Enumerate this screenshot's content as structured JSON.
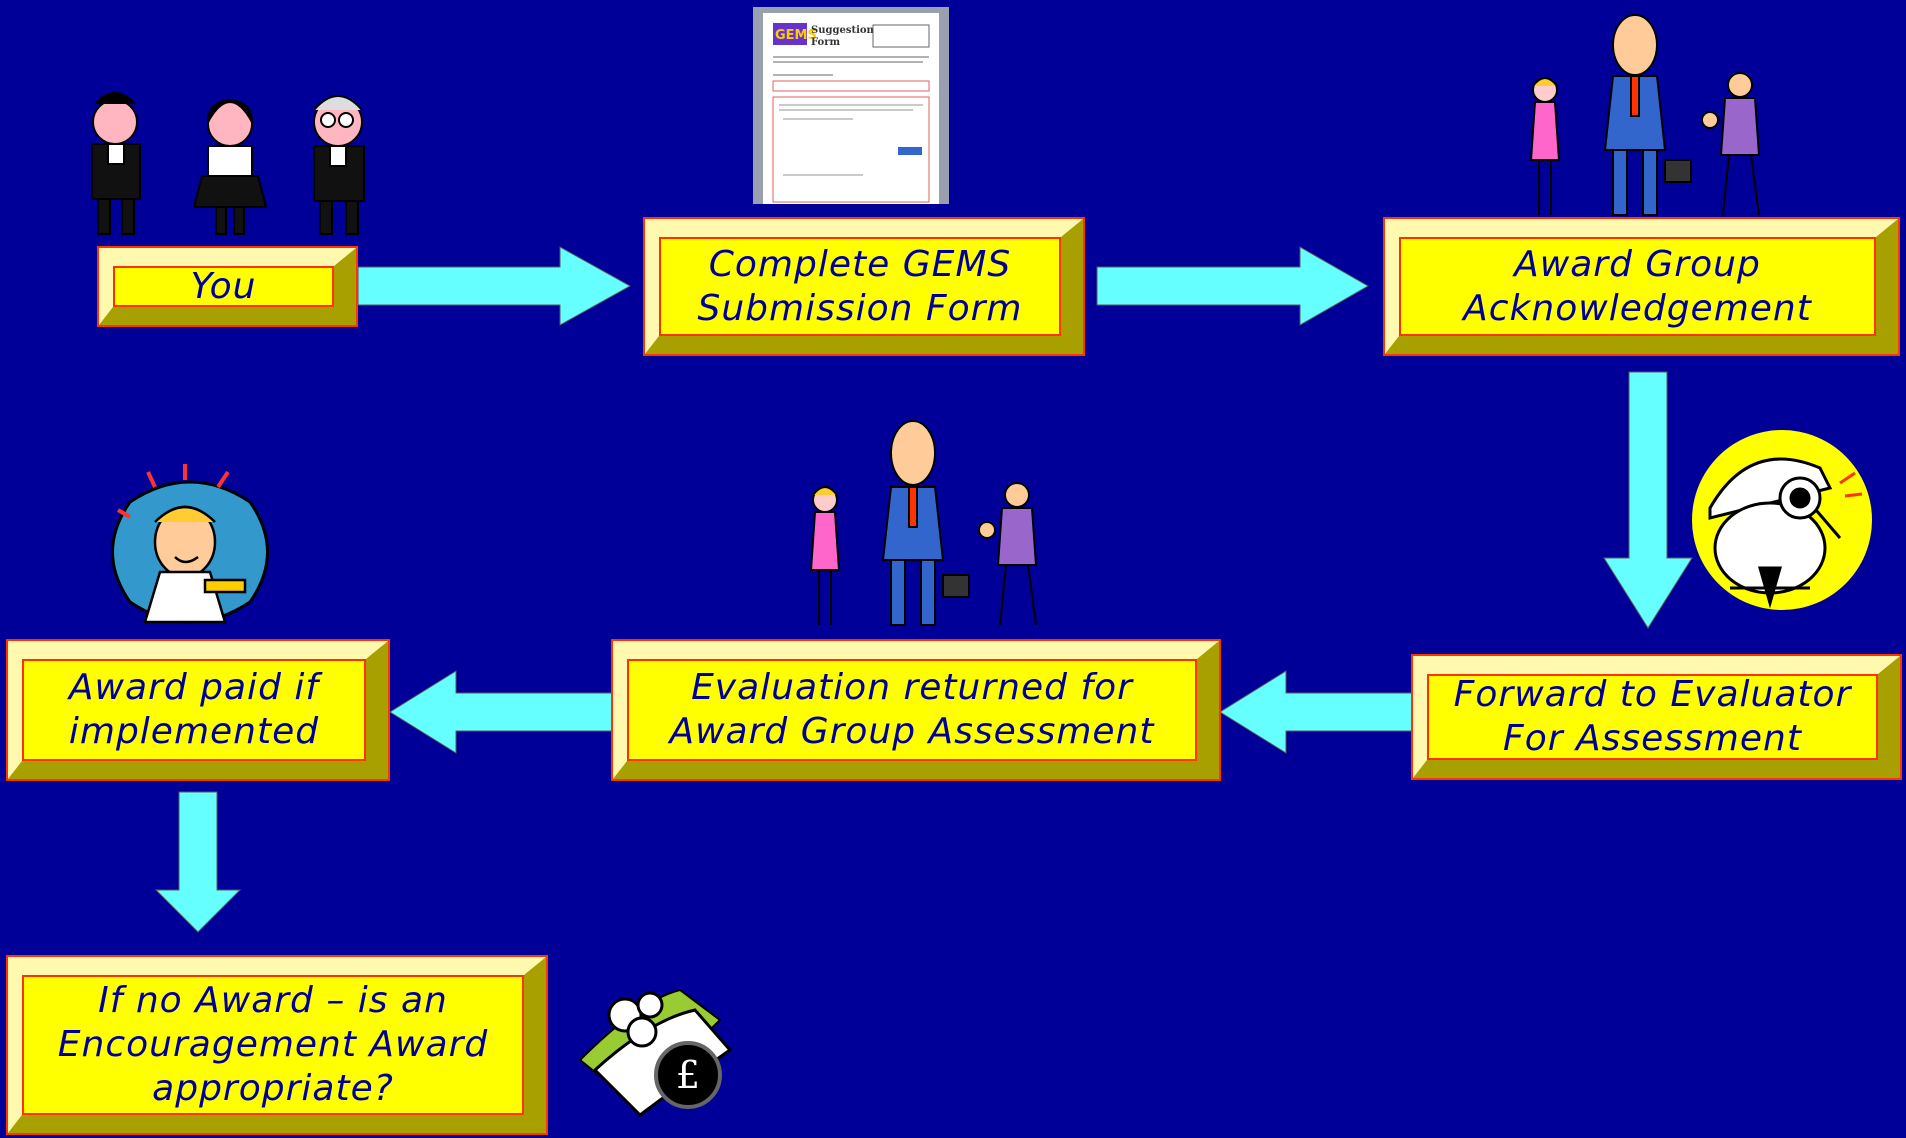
{
  "boxes": {
    "you": "You",
    "complete_form": "Complete GEMS\nSubmission Form",
    "acknowledgement": "Award Group\nAcknowledgement",
    "forward": "Forward to Evaluator\nFor Assessment",
    "evaluation": "Evaluation returned for\nAward Group Assessment",
    "award_paid": "Award paid if\nimplemented",
    "no_award": "If no Award – is an\nEncouragement Award\nappropriate?"
  },
  "form_thumbnail": {
    "logo_text": "GEMS",
    "title_line1": "Suggestion",
    "title_line2": "Form"
  },
  "money_clip": {
    "currency_symbol": "£"
  },
  "colors": {
    "background": "#000099",
    "box_fill": "#ffff00",
    "box_border": "#ff3300",
    "arrow": "#66ffff",
    "text": "#000099"
  }
}
